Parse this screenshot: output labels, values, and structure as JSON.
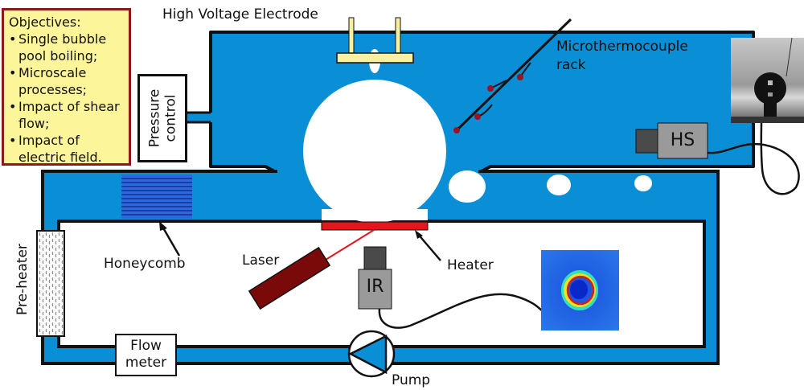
{
  "diagram": {
    "title": "Single bubble pool boiling experimental setup",
    "objectives": {
      "title": "Objectives:",
      "items": [
        "Single bubble pool boiling;",
        "Microscale processes;",
        "Impact of shear flow;",
        "Impact of electric field."
      ]
    },
    "labels": {
      "high_voltage_electrode": "High Voltage Electrode",
      "microthermocouple_line1": "Microthermocouple",
      "microthermocouple_line2": "rack",
      "pressure_control": "Pressure control",
      "pressure_control_line1": "Pressure",
      "pressure_control_line2": "control",
      "honeycomb": "Honeycomb",
      "laser": "Laser",
      "heater": "Heater",
      "pre_heater": "Pre-heater",
      "flow_meter_line1": "Flow",
      "flow_meter_line2": "meter",
      "pump": "Pump",
      "ir_camera": "IR",
      "hs_camera": "HS"
    },
    "colors": {
      "fluid": "#0a8fd6",
      "outline": "#111111",
      "objectives_fill": "#fdf59a",
      "objectives_border": "#8b1a1a",
      "heater": "#e8141c",
      "laser_body": "#7a0a0a",
      "laser_beam": "#e8141c",
      "electrode": "#f8f0a0",
      "camera_body": "#9a9a9a",
      "camera_lens": "#4a4a4a",
      "thermocouple_bead": "#a01020"
    }
  }
}
